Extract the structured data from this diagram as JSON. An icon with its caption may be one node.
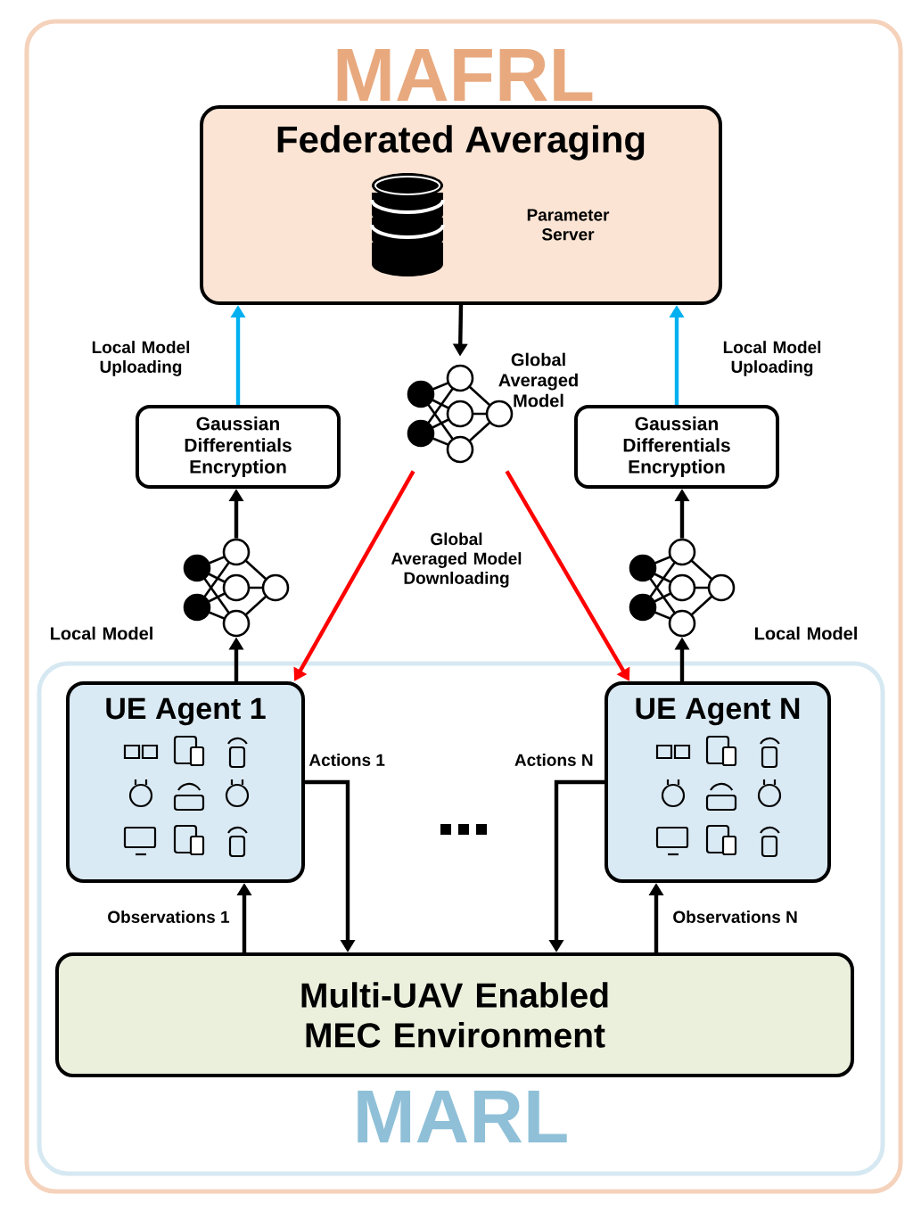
{
  "diagram": {
    "nodes": [
      {
        "text": [
          "MAFRL"
        ]
      },
      {
        "text": [
          "Federated Averaging",
          "Parameter Server"
        ],
        "in": 0
      },
      {
        "text": [],
        "shape": "picture",
        "beside": [
          "Global Averaged Model"
        ],
        "in": 0
      },
      {
        "text": [
          "Gaussian Differentials Encryption"
        ],
        "in": 0
      },
      {
        "text": [
          "Gaussian Differentials Encryption"
        ],
        "in": 0
      },
      {
        "text": [],
        "shape": "picture",
        "beside": [
          "Local Model"
        ],
        "in": 0
      },
      {
        "text": [],
        "shape": "picture",
        "beside": [
          "Local Model"
        ],
        "in": 0
      },
      {
        "text": [
          "MARL"
        ],
        "in": 0
      },
      {
        "text": [
          "UE Agent 1"
        ],
        "in": 7
      },
      {
        "text": [
          "UE Agent N"
        ],
        "in": 7
      },
      {
        "text": [
          "Multi-UAV Enabled MEC Environment"
        ],
        "in": 7
      }
    ],
    "edges": [
      {
        "from": 1,
        "to": 2,
        "arrow": "to"
      },
      {
        "from": 2,
        "to": 8,
        "arrow": "to",
        "color": "#ff0000"
      },
      {
        "from": 2,
        "to": 9,
        "arrow": "to",
        "color": "#ff0000"
      },
      {
        "from": 3,
        "to": 1,
        "arrow": "to",
        "label": "Local Model Uploading",
        "color": "#00b0f0"
      },
      {
        "from": 4,
        "to": 1,
        "arrow": "to",
        "label": "Local Model Uploading",
        "color": "#00b0f0"
      },
      {
        "from": 5,
        "to": 3,
        "arrow": "to"
      },
      {
        "from": 6,
        "to": 4,
        "arrow": "to"
      },
      {
        "from": 8,
        "to": 5,
        "arrow": "to"
      },
      {
        "from": 9,
        "to": 6,
        "arrow": "to"
      },
      {
        "from": 8,
        "to": 10,
        "arrow": "to",
        "label": "Actions 1"
      },
      {
        "from": 9,
        "to": 10,
        "arrow": "to",
        "label": "Actions N"
      },
      {
        "from": 10,
        "to": 8,
        "arrow": "to",
        "label": "Observations 1"
      },
      {
        "from": 10,
        "to": 9,
        "arrow": "to",
        "label": "Observations N"
      }
    ],
    "labels": [
      "Global Averaged Model Downloading"
    ]
  }
}
